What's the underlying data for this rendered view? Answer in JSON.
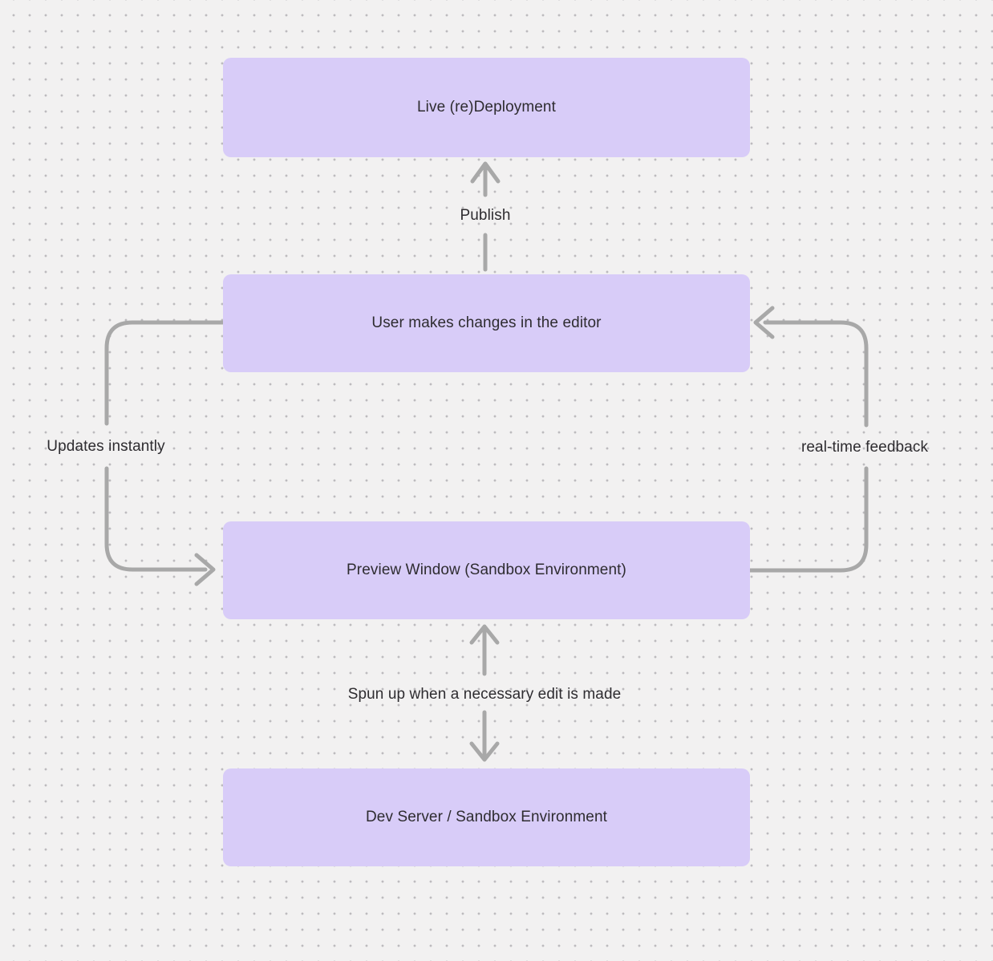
{
  "diagram": {
    "nodes": [
      {
        "id": "live-redeployment",
        "label": "Live (re)Deployment"
      },
      {
        "id": "user-editor",
        "label": "User makes changes in the editor"
      },
      {
        "id": "preview-window",
        "label": "Preview Window (Sandbox Environment)"
      },
      {
        "id": "dev-server",
        "label": "Dev Server / Sandbox Environment"
      }
    ],
    "edges": [
      {
        "id": "publish",
        "label": "Publish",
        "from": "user-editor",
        "to": "live-redeployment"
      },
      {
        "id": "updates-instantly",
        "label": "Updates instantly",
        "from": "user-editor",
        "to": "preview-window"
      },
      {
        "id": "real-time-feedback",
        "label": "real-time feedback",
        "from": "preview-window",
        "to": "user-editor"
      },
      {
        "id": "spun-up",
        "label": "Spun up when a necessary edit is made",
        "from": "preview-window",
        "to": "dev-server"
      }
    ],
    "colors": {
      "background": "#f2f1f1",
      "grid_dot": "#bdbbbe",
      "node_fill": "#d8ccf8",
      "arrow": "#a8a8a8",
      "text": "#2e2c30"
    }
  }
}
